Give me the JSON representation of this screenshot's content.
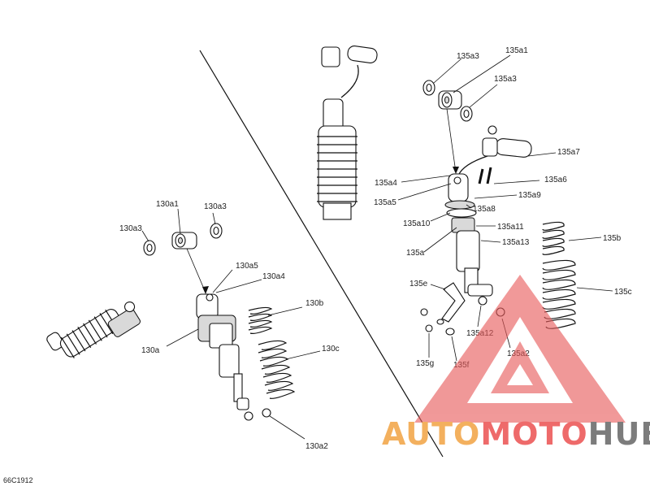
{
  "labels": {
    "l130a1": "130a1",
    "l130a3_left": "130a3",
    "l130a3_right": "130a3",
    "l130a5": "130a5",
    "l130a4": "130a4",
    "l130a": "130a",
    "l130b": "130b",
    "l130c": "130c",
    "l130a2": "130a2",
    "l135a3_top": "135a3",
    "l135a1": "135a1",
    "l135a3_mid": "135a3",
    "l135a7": "135a7",
    "l135a4": "135a4",
    "l135a6": "135a6",
    "l135a5": "135a5",
    "l135a9": "135a9",
    "l135a8": "135a8",
    "l135a10": "135a10",
    "l135a11": "135a11",
    "l135b": "135b",
    "l135a13": "135a13",
    "l135a": "135a",
    "l135c": "135c",
    "l135e": "135e",
    "l135a12": "135a12",
    "l135a2": "135a2",
    "l135g": "135g",
    "l135f": "135f"
  },
  "figure_id": "66C1912",
  "watermark": {
    "part1": "AUTO",
    "part2": "MOTO",
    "part3": "HUB",
    "color_auto": "#f3b05e",
    "color_moto": "#ee6a6a",
    "color_hub": "#7c7c7c"
  }
}
